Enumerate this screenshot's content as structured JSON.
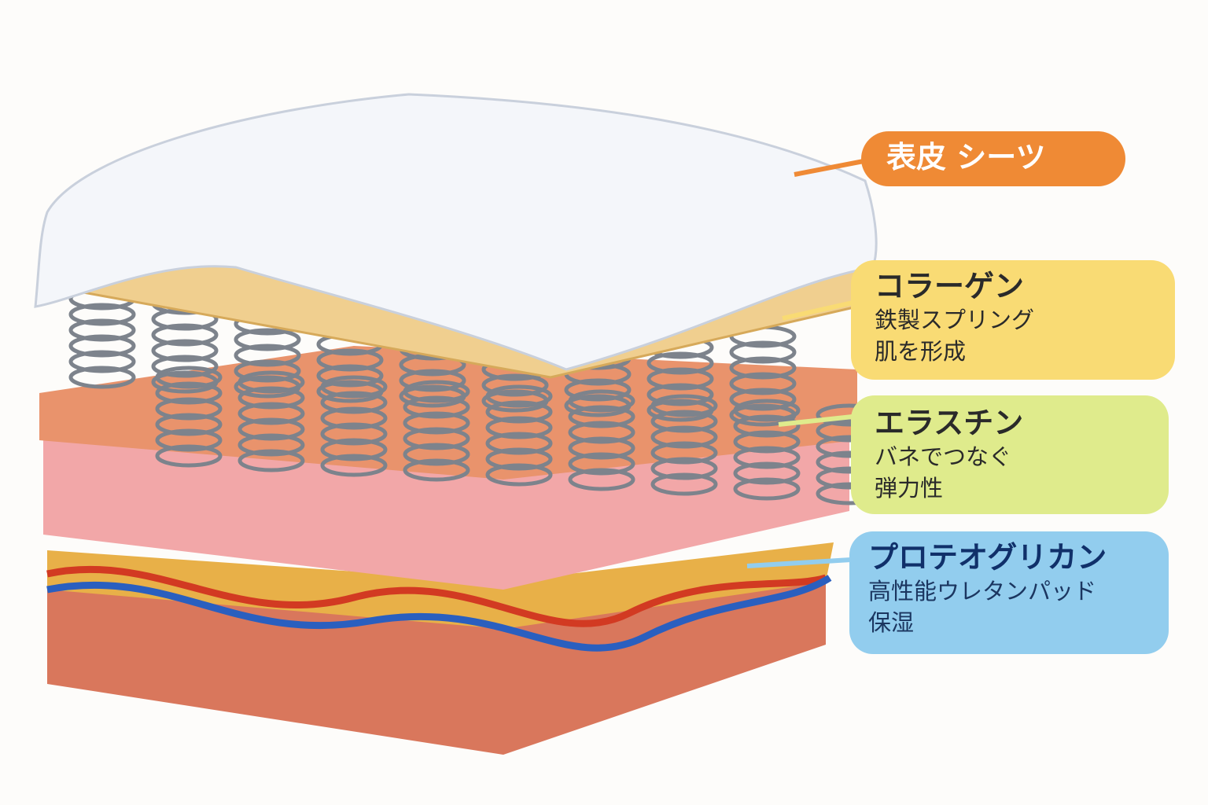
{
  "labels": {
    "epidermis": {
      "title": "表皮 シーツ",
      "color": "#ef8a35"
    },
    "collagen": {
      "title": "コラーゲン",
      "lines": [
        "鉄製スプリング",
        "肌を形成"
      ],
      "color": "#f9db74"
    },
    "elastin": {
      "title": "エラスチン",
      "lines": [
        "バネでつなぐ",
        "弾力性"
      ],
      "color": "#dfeb8c"
    },
    "proteoglycan": {
      "title": "プロテオグリカン",
      "lines": [
        "高性能ウレタンパッド",
        "保湿"
      ],
      "color": "#92cdee"
    }
  }
}
